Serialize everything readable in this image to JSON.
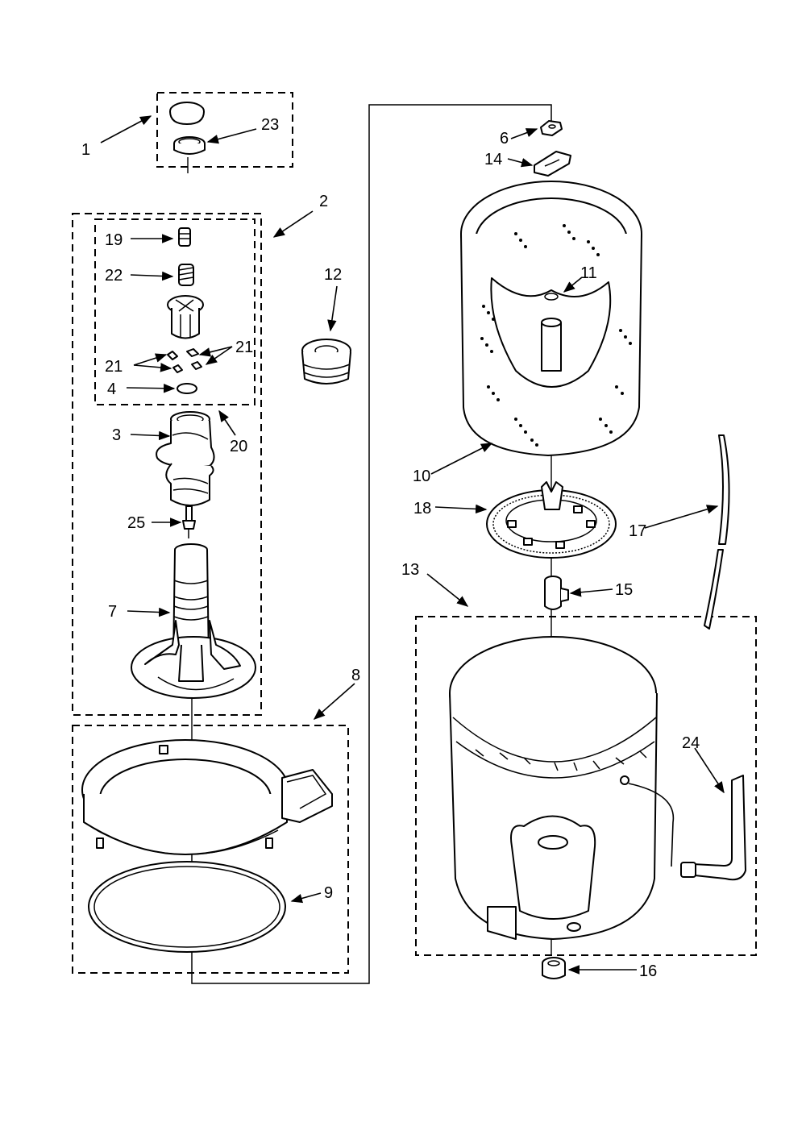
{
  "callouts": {
    "c1": "1",
    "c2": "2",
    "c3": "3",
    "c4": "4",
    "c6": "6",
    "c7": "7",
    "c8": "8",
    "c9": "9",
    "c10": "10",
    "c11": "11",
    "c12": "12",
    "c13": "13",
    "c14": "14",
    "c15": "15",
    "c16": "16",
    "c17": "17",
    "c18": "18",
    "c19": "19",
    "c20": "20",
    "c21a": "21",
    "c21b": "21",
    "c22": "22",
    "c23": "23",
    "c24": "24",
    "c25": "25"
  }
}
